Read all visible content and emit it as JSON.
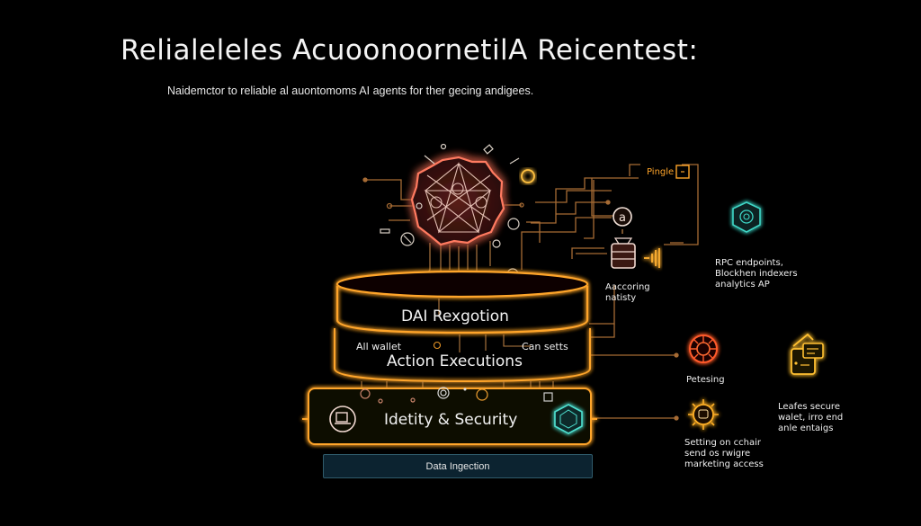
{
  "header": {
    "title": "Relialeleles AcuoonoornetilA Reicentest:",
    "subtitle": "Naidemctor to reliable al auontomoms AI agents for ther gecing andigees."
  },
  "stack": {
    "layers": [
      {
        "label": "DAI Rexgotion"
      },
      {
        "label": "Action Executions",
        "left_note": "All wallet",
        "right_note": "Can setts"
      },
      {
        "label": "Idetity & Security"
      }
    ],
    "base": {
      "label": "Data Ingection"
    }
  },
  "nodes": {
    "pingle": {
      "label": "Pingle"
    },
    "accoring": {
      "label_line1": "Aaccoring",
      "label_line2": "natisty"
    },
    "rpc": {
      "line1": "RPC endpoints,",
      "line2": "Blockhen indexers",
      "line3": "analytics AP"
    },
    "processing": {
      "label": "Petesing"
    },
    "setting": {
      "line1": "Setting on cchair",
      "line2": "send os rwigre",
      "line3": "marketing access"
    },
    "leases": {
      "line1": "Leafes secure",
      "line2": "walet, irro end",
      "line3": "anle entaigs"
    }
  },
  "colors": {
    "background": "#000000",
    "orange_glow": "#ffa020",
    "red_core": "#ff5a3c",
    "teal_accent": "#3fd6c6",
    "base_fill": "#0c2330"
  }
}
